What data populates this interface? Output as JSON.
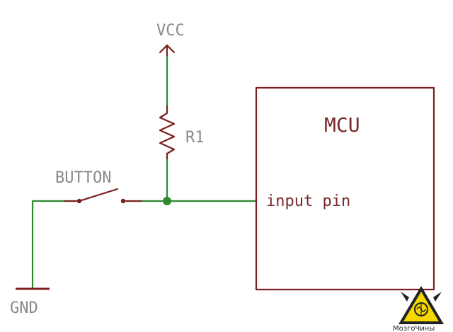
{
  "labels": {
    "vcc": "VCC",
    "r1": "R1",
    "button": "BUTTON",
    "gnd": "GND",
    "mcu": "MCU",
    "input_pin": "input pin"
  },
  "watermark": {
    "text": "МозгоЧины",
    "icon": "brain-warning-triangle-icon"
  },
  "colors": {
    "wire": "#2f8a2f",
    "component": "#7a1f1f",
    "label": "#8a8a8a",
    "junction": "#2f8a2f",
    "logo_yellow": "#f5d800"
  }
}
